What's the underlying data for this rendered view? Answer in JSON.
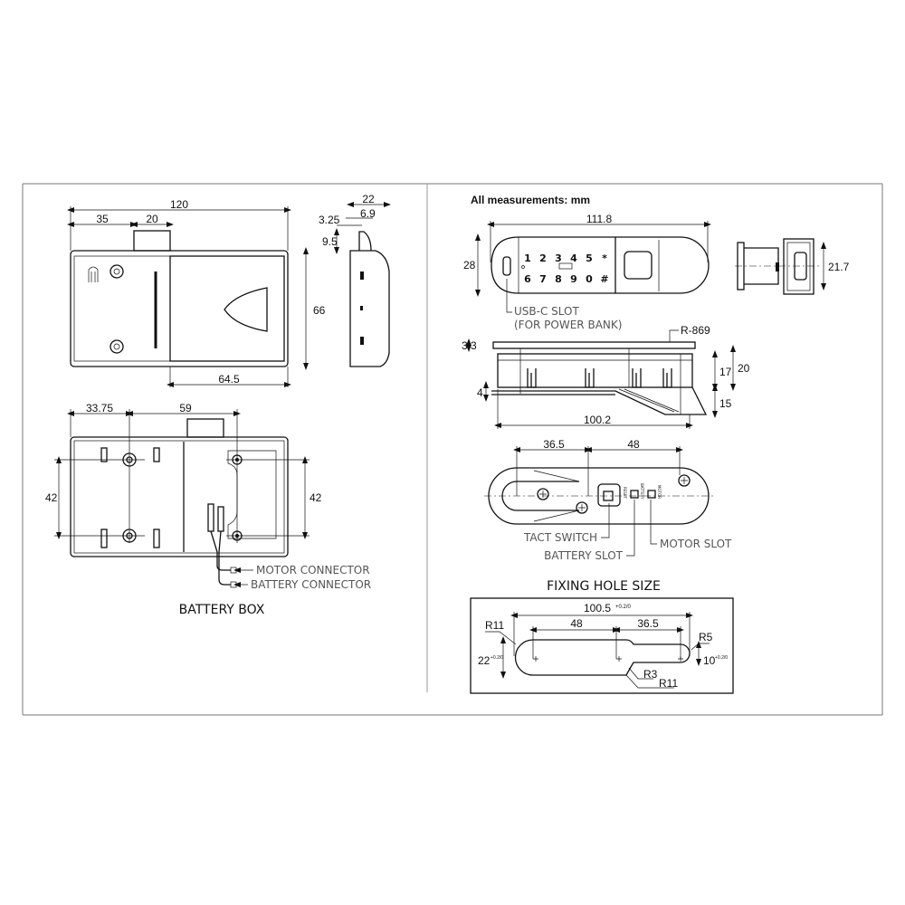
{
  "left_panel": {
    "top_view": {
      "overall_width": "120",
      "offset_left": "35",
      "tab_width": "20",
      "height": "66",
      "slide_width": "64.5"
    },
    "side_view": {
      "depth": "22",
      "bump_width": "6.9",
      "bump_offset": "3.25",
      "bump_height": "9.5"
    },
    "battery_box": {
      "title": "BATTERY BOX",
      "offset_left": "33.75",
      "hole_spacing_x": "59",
      "hole_spacing_left": "42",
      "hole_spacing_right": "42",
      "motor_connector_label": "MOTOR CONNECTOR",
      "battery_connector_label": "BATTERY CONNECTOR"
    }
  },
  "right_panel": {
    "units_note": "All measurements: mm",
    "front_view": {
      "overall_width": "111.8",
      "height": "28",
      "keypad_row1": [
        "1",
        "2",
        "3",
        "4",
        "5",
        "*"
      ],
      "keypad_row2": [
        "6",
        "7",
        "8",
        "9",
        "0",
        "#"
      ],
      "usb_label_line1": "USB-C SLOT",
      "usb_label_line2": "(FOR POWER BANK)"
    },
    "end_view": {
      "height": "21.7"
    },
    "side_elevation": {
      "radius": "R-869",
      "plate_thickness": "3.3",
      "body_height": "17",
      "total_height": "20",
      "base_thickness": "4",
      "wedge_height": "15",
      "length": "100.2"
    },
    "bottom_view": {
      "spacing_left": "36.5",
      "spacing_right": "48",
      "pcb_labels": [
        "RESET",
        "BATTERY",
        "MOTOR"
      ],
      "tact_switch_label": "TACT SWITCH",
      "battery_slot_label": "BATTERY SLOT",
      "motor_slot_label": "MOTOR SLOT"
    },
    "fixing_hole": {
      "title": "FIXING HOLE SIZE",
      "overall_length": "100.5",
      "overall_tol": "+0.2/0",
      "spacing_48": "48",
      "spacing_36_5": "36.5",
      "radius_large_left": "R11",
      "radius_small_end": "R5",
      "width_large": "22",
      "width_large_tol": "+0.2/0",
      "width_small": "10",
      "width_small_tol": "+0.2/0",
      "radius_neck": "R3",
      "radius_large_bottom": "R11"
    }
  }
}
